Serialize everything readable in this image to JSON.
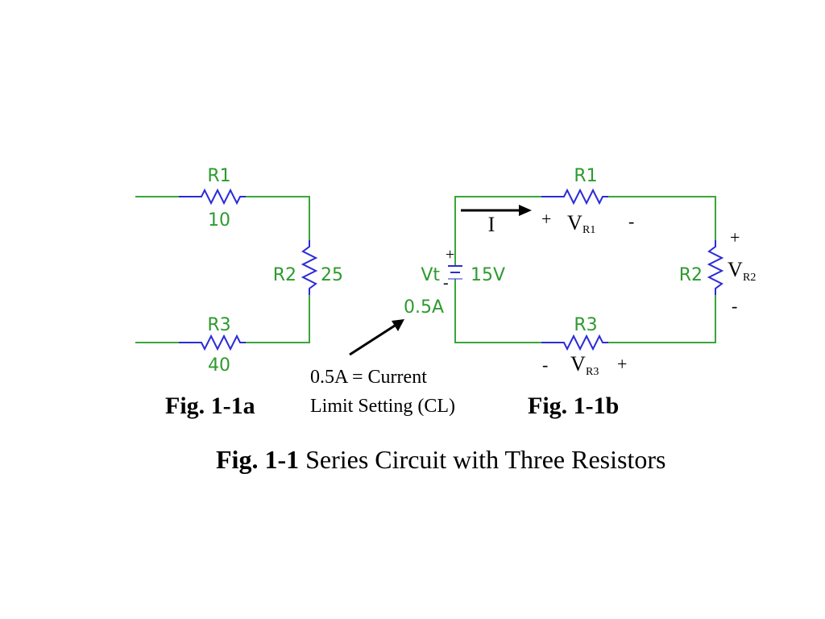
{
  "fig_a": {
    "r1_name": "R1",
    "r1_value": "10",
    "r2_name": "R2",
    "r2_value": "25",
    "r3_name": "R3",
    "r3_value": "40",
    "caption": "Fig. 1-1a"
  },
  "fig_b": {
    "r1_name": "R1",
    "r2_name": "R2",
    "r3_name": "R3",
    "source_name": "Vt",
    "source_voltage": "15V",
    "source_plus": "+",
    "source_minus": "-",
    "current_limit": "0.5A",
    "current_label": "I",
    "vr1": {
      "plus": "+",
      "v": "V",
      "sub": "R1",
      "minus": "-"
    },
    "vr2": {
      "plus": "+",
      "v": "V",
      "sub": "R2",
      "minus": "-"
    },
    "vr3": {
      "minus": "-",
      "v": "V",
      "sub": "R3",
      "plus": "+"
    },
    "caption": "Fig. 1-1b"
  },
  "note": {
    "line1": "0.5A = Current",
    "line2": "Limit Setting (CL)"
  },
  "main_caption": {
    "bold": "Fig. 1-1",
    "text": " Series Circuit with Three Resistors"
  },
  "colors": {
    "wire": "#3aa63a",
    "resistor": "#2b2bd8",
    "label": "#2e9a2e"
  }
}
